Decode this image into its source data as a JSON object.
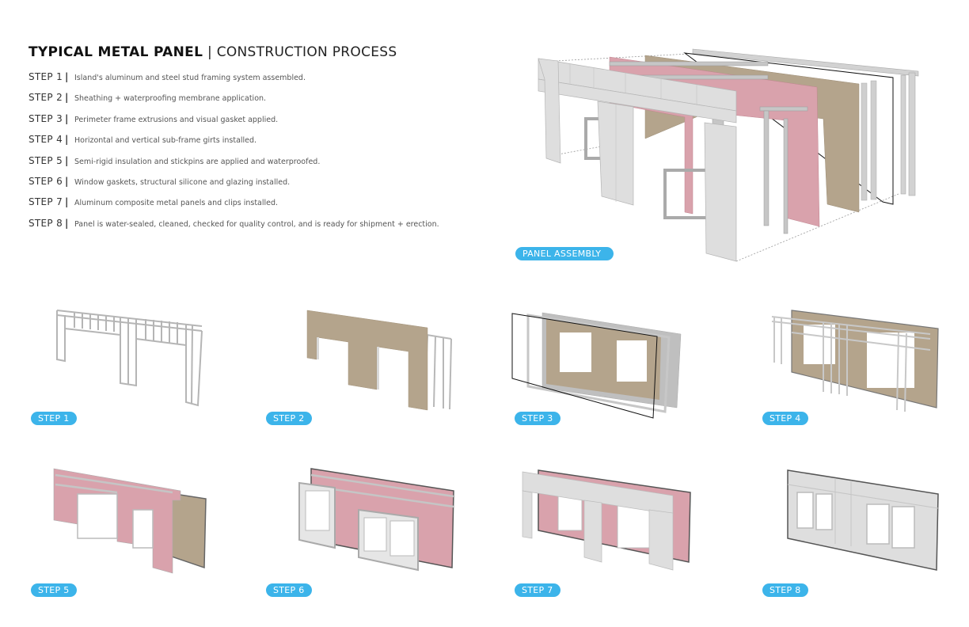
{
  "header": {
    "title_bold": "TYPICAL METAL PANEL",
    "separator": "|",
    "title_light": "CONSTRUCTION PROCESS"
  },
  "steps": [
    {
      "label": "STEP 1",
      "text": "Island's aluminum and steel stud framing system assembled."
    },
    {
      "label": "STEP 2",
      "text": "Sheathing + waterproofing membrane application."
    },
    {
      "label": "STEP 3",
      "text": "Perimeter frame extrusions and visual gasket applied."
    },
    {
      "label": "STEP 4",
      "text": "Horizontal and vertical sub-frame girts installed."
    },
    {
      "label": "STEP 5",
      "text": "Semi-rigid insulation and stickpins are applied and waterproofed."
    },
    {
      "label": "STEP 6",
      "text": "Window gaskets, structural silicone and glazing installed."
    },
    {
      "label": "STEP 7",
      "text": "Aluminum composite metal panels and clips installed."
    },
    {
      "label": "STEP 8",
      "text": "Panel is water-sealed, cleaned, checked for quality control, and is ready for shipment + erection."
    }
  ],
  "step_separator": "|",
  "panel_assembly": {
    "label": "PANEL ASSEMBLY"
  },
  "diagram_labels": [
    "STEP 1",
    "STEP 2",
    "STEP 3",
    "STEP 4",
    "STEP 5",
    "STEP 6",
    "STEP 7",
    "STEP 8"
  ],
  "colors": {
    "accent_pill": "#3cb4ea",
    "framing": "#c9c9c9",
    "sheathing": "#b4a48c",
    "insulation": "#d9a2ac",
    "metal_panel": "#dcdcdc",
    "gasket": "#222222"
  }
}
